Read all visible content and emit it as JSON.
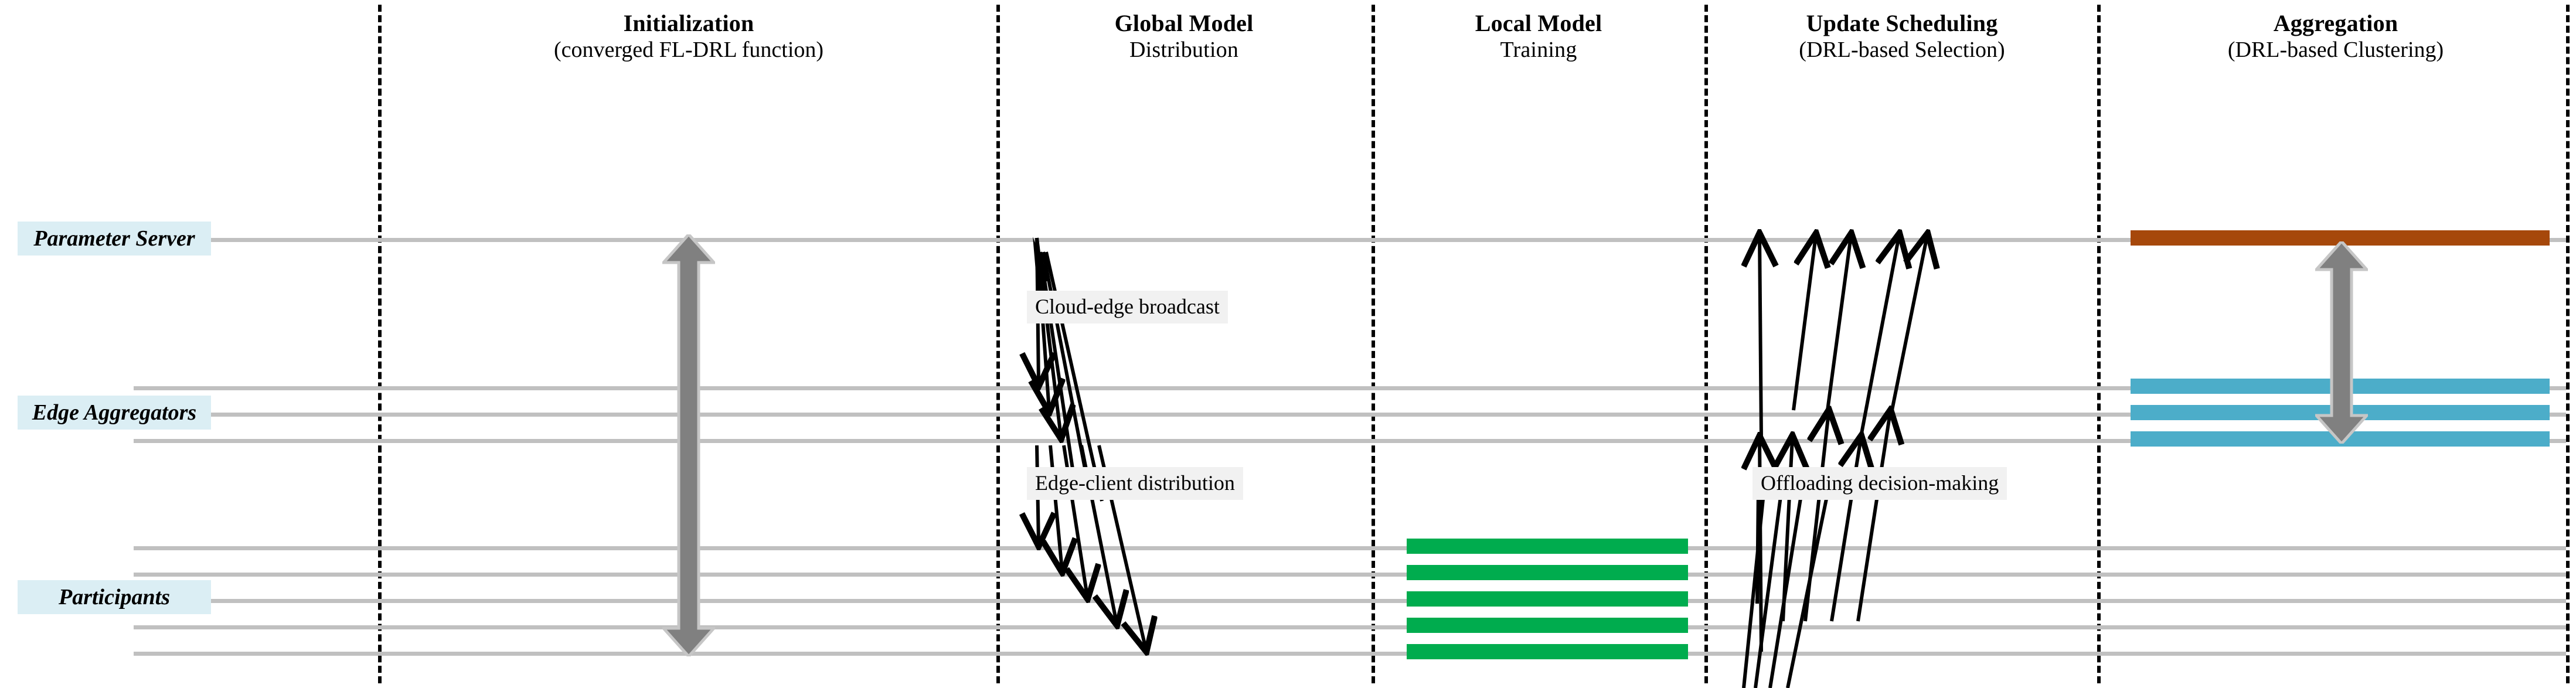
{
  "diagram": {
    "type": "sequence-diagram",
    "title_present": false,
    "colors": {
      "actor_label_bg": "#dbeef4",
      "lifeline": "#c0c0c0",
      "note_bg": "#f1f1f1",
      "local_training_bar": "#00ac4e",
      "edge_aggregation_bar": "#4cadc9",
      "server_aggregation_bar": "#a6480b",
      "block_arrow": "#808080",
      "separator": "#000000",
      "message_arrow": "#000000"
    }
  },
  "actors": [
    {
      "id": "parameter-server",
      "label": "Parameter Server",
      "lifelines": 1
    },
    {
      "id": "edge-aggregators",
      "label": "Edge Aggregators",
      "lifelines": 3
    },
    {
      "id": "participants",
      "label": "Participants",
      "lifelines": 5
    }
  ],
  "phases": [
    {
      "id": "initialization",
      "title": "Initialization",
      "subtitle": "(converged FL-DRL function)"
    },
    {
      "id": "global-model-distribution",
      "title": "Global Model",
      "subtitle": "Distribution"
    },
    {
      "id": "local-model-training",
      "title": "Local Model",
      "subtitle": "Training"
    },
    {
      "id": "update-scheduling",
      "title": "Update Scheduling",
      "subtitle": "(DRL-based Selection)"
    },
    {
      "id": "aggregation",
      "title": "Aggregation",
      "subtitle": "(DRL-based Clustering)"
    }
  ],
  "notes": [
    {
      "id": "cloud-edge-broadcast",
      "text": "Cloud-edge broadcast",
      "phase": "global-model-distribution"
    },
    {
      "id": "edge-client-distribution",
      "text": "Edge-client distribution",
      "phase": "global-model-distribution"
    },
    {
      "id": "offloading-decision-making",
      "text": "Offloading decision-making",
      "phase": "update-scheduling"
    }
  ],
  "activations": {
    "local_model_training": {
      "count": 5,
      "actor": "participants",
      "color": "#00ac4e"
    },
    "edge_aggregation": {
      "count": 3,
      "actor": "edge-aggregators",
      "color": "#4cadc9"
    },
    "server_aggregation": {
      "count": 1,
      "actor": "parameter-server",
      "color": "#a6480b"
    }
  },
  "block_arrows": [
    {
      "id": "initialization-span-arrow",
      "phase": "initialization",
      "direction": "both",
      "from": "parameter-server",
      "to": "participants"
    },
    {
      "id": "aggregation-span-arrow",
      "phase": "aggregation",
      "direction": "both",
      "from": "parameter-server",
      "to": "edge-aggregators"
    }
  ],
  "message_groups": [
    {
      "id": "cloud-edge-messages",
      "count": 3,
      "from": "parameter-server",
      "to": "edge-aggregators",
      "direction": "down"
    },
    {
      "id": "edge-client-messages",
      "count": 5,
      "from": "edge-aggregators",
      "to": "participants",
      "direction": "down"
    },
    {
      "id": "offload-messages",
      "count": 5,
      "from": "participants",
      "to": "edge-aggregators-and-server",
      "direction": "up"
    }
  ]
}
